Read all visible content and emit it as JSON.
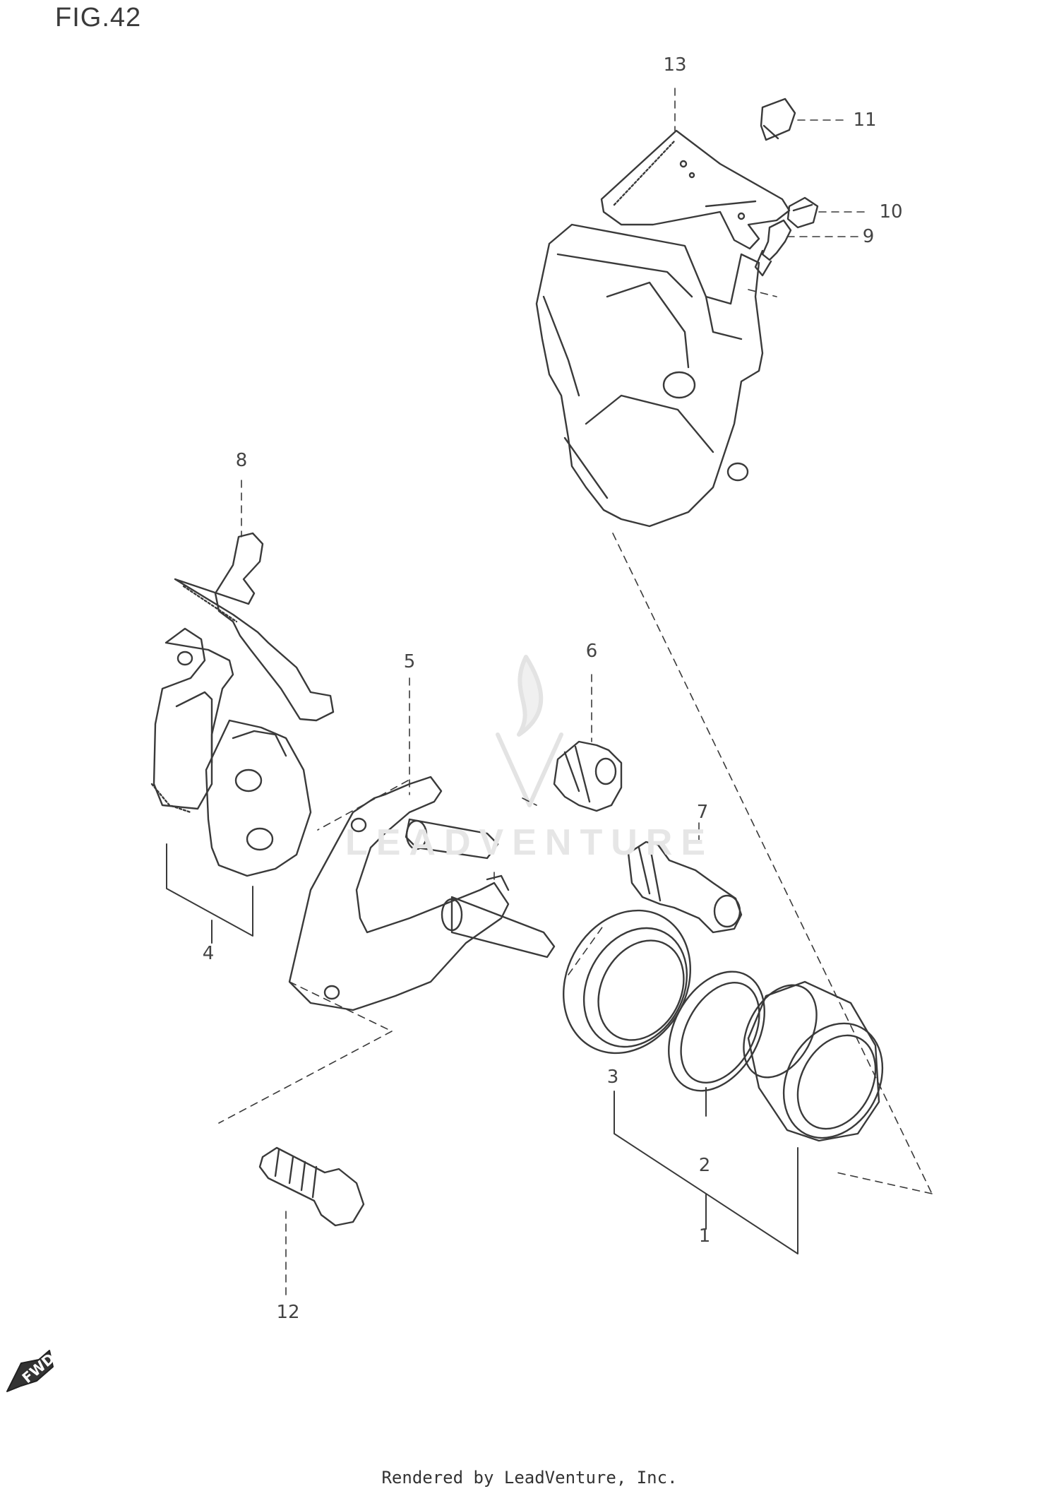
{
  "figure": {
    "title": "FIG.42"
  },
  "callouts": [
    {
      "id": "1",
      "label": "1"
    },
    {
      "id": "2",
      "label": "2"
    },
    {
      "id": "3",
      "label": "3"
    },
    {
      "id": "4",
      "label": "4"
    },
    {
      "id": "5",
      "label": "5"
    },
    {
      "id": "6",
      "label": "6"
    },
    {
      "id": "7",
      "label": "7"
    },
    {
      "id": "8",
      "label": "8"
    },
    {
      "id": "9",
      "label": "9"
    },
    {
      "id": "10",
      "label": "10"
    },
    {
      "id": "11",
      "label": "11"
    },
    {
      "id": "12",
      "label": "12"
    },
    {
      "id": "13",
      "label": "13"
    }
  ],
  "direction_arrow": {
    "label": "FWD"
  },
  "watermark": {
    "text": "LEADVENTURE"
  },
  "footer": {
    "text": "Rendered by LeadVenture, Inc."
  },
  "colors": {
    "line": "#3a3a3a",
    "watermark": "#e6e6e6",
    "background": "#ffffff"
  }
}
